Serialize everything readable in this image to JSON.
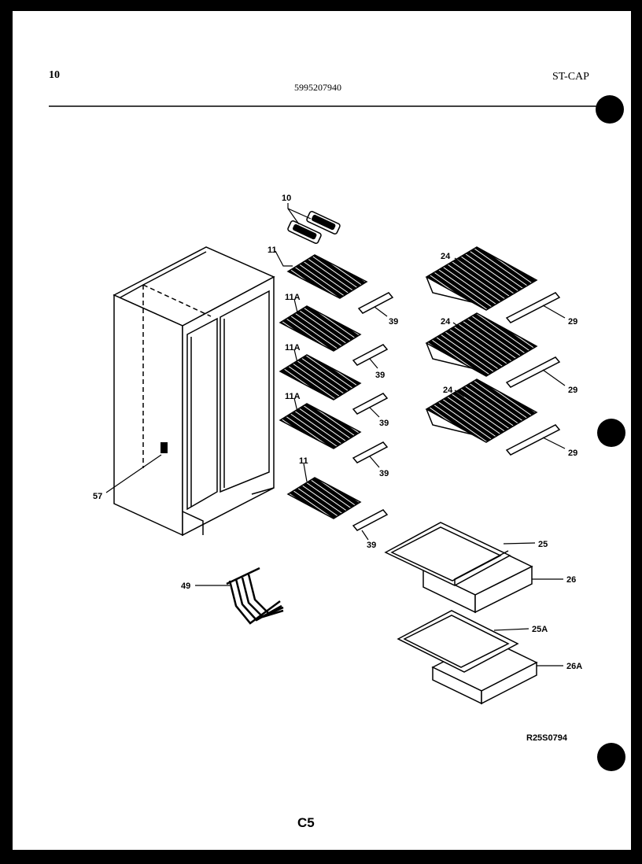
{
  "header": {
    "page_number": "10",
    "document_number": "5995207940",
    "model_code": "ST-CAP"
  },
  "callouts": {
    "c10": "10",
    "c11_top": "11",
    "c11a_1": "11A",
    "c11a_2": "11A",
    "c11a_3": "11A",
    "c11_bottom": "11",
    "c39_1": "39",
    "c39_2": "39",
    "c39_3": "39",
    "c39_4": "39",
    "c39_5": "39",
    "c24_1": "24",
    "c24_2": "24",
    "c24_3": "24",
    "c29_1": "29",
    "c29_2": "29",
    "c29_3": "29",
    "c25": "25",
    "c26": "26",
    "c25a": "25A",
    "c26a": "26A",
    "c57": "57",
    "c49": "49"
  },
  "footer": {
    "drawing_code": "R25S0794",
    "page_label": "C5"
  }
}
